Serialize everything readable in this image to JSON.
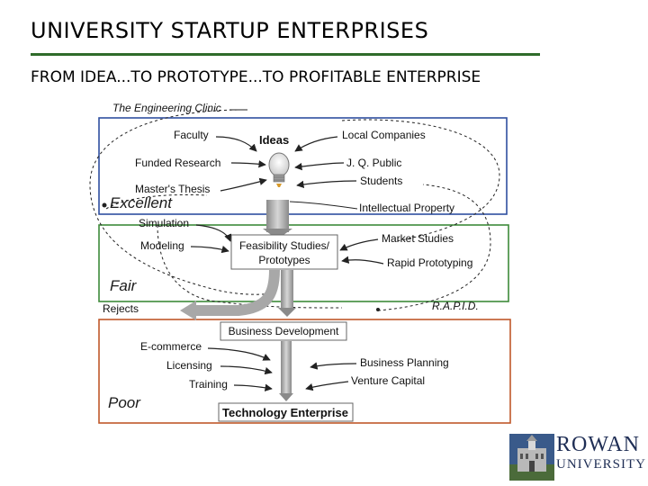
{
  "header": {
    "title": "UNIVERSITY STARTUP ENTERPRISES",
    "subtitle": "FROM IDEA...TO PROTOTYPE...TO PROFITABLE ENTERPRISE"
  },
  "diagram": {
    "clinic_label": "The Engineering Clinic",
    "rapid_label": "R.A.P.I.D.",
    "ratings": {
      "excellent": "Excellent",
      "fair": "Fair",
      "poor": "Poor"
    },
    "ideas_box": "Ideas",
    "ideas_inputs": [
      "Faculty",
      "Funded Research",
      "Master's Thesis",
      "Local Companies",
      "J. Q. Public",
      "Students"
    ],
    "ip_label": "Intellectual Property",
    "feasibility_box": [
      "Feasibility Studies/",
      "Prototypes"
    ],
    "feasibility_inputs": [
      "Simulation",
      "Modeling",
      "Market Studies",
      "Rapid Prototyping"
    ],
    "rejects_label": "Rejects",
    "business_box": "Business Development",
    "business_inputs": [
      "E-commerce",
      "Licensing",
      "Training",
      "Business Planning",
      "Venture Capital"
    ],
    "tech_box": "Technology Enterprise",
    "colors": {
      "idea_frame": "#2f4fa0",
      "proto_frame": "#3e8a3a",
      "enterprise_frame": "#c0582a",
      "rule": "#2f6b2a"
    }
  },
  "logo": {
    "line1": "ROWAN",
    "line2": "UNIVERSITY"
  }
}
